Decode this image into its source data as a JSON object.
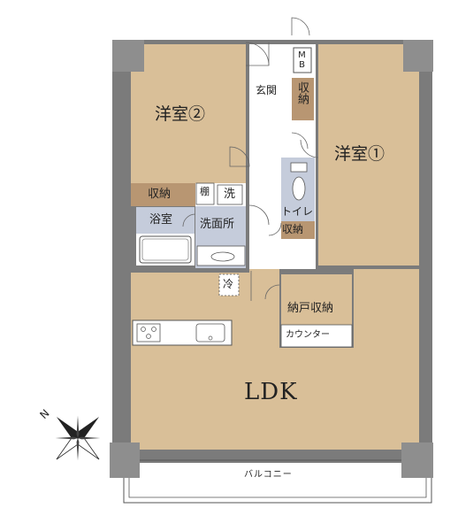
{
  "floorplan": {
    "rooms": {
      "western_room_1": "洋室①",
      "western_room_2": "洋室②",
      "ldk": "LDK",
      "entrance": "玄関",
      "bathroom": "浴室",
      "washroom": "洗面所",
      "toilet": "トイレ",
      "storeroom": "納戸収納",
      "balcony": "バルコニー"
    },
    "storage": {
      "room2_storage": "収納",
      "entrance_storage": "収納",
      "toilet_storage": "収納",
      "shelf": "棚",
      "washer": "洗",
      "fridge": "冷",
      "meter_box": "MB",
      "counter": "カウンター"
    },
    "compass": {
      "north": "N"
    },
    "colors": {
      "room_fill": "#d9bf98",
      "storage_fill": "#b89672",
      "wet_fill": "#c5ccdb",
      "wall": "#7b7b7b",
      "column": "#8e8e8e",
      "line": "#555555"
    }
  }
}
